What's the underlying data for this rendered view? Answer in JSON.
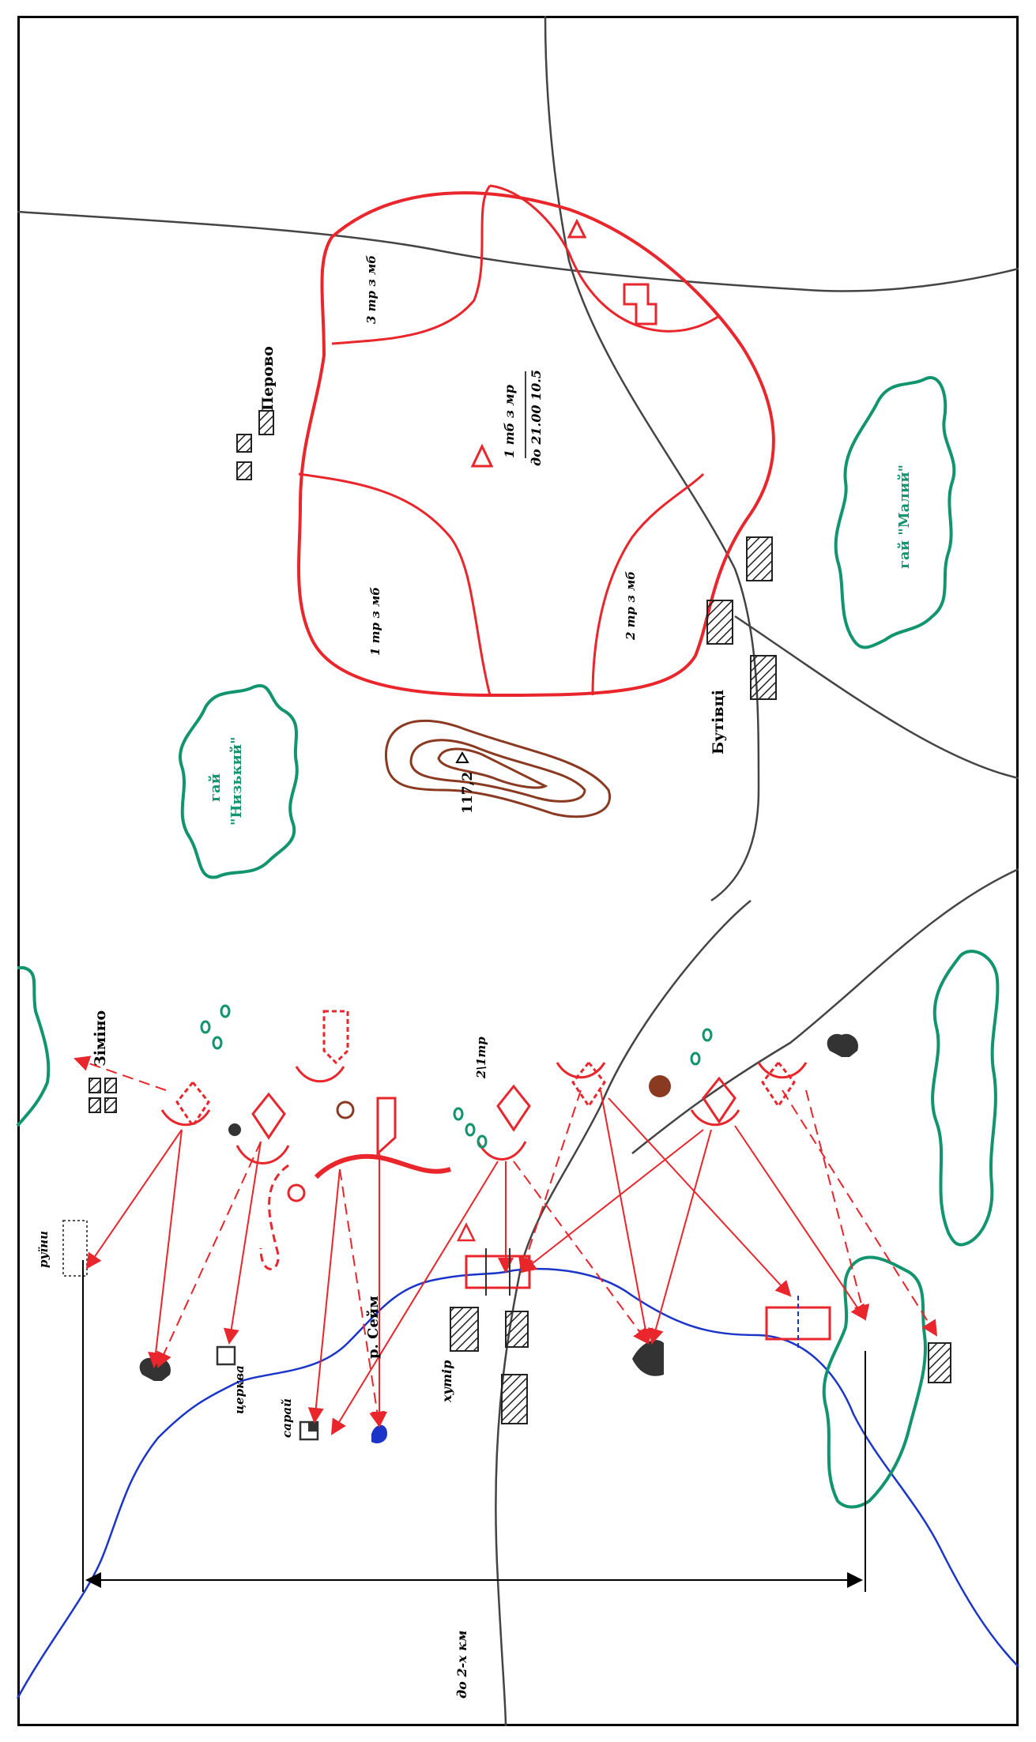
{
  "labels": {
    "perovo": "Перово",
    "butivtsi": "Бутівці",
    "zimino": "Зіміно",
    "grove_nyzkyi_a": "гай",
    "grove_nyzkyi_b": "\"Низький\"",
    "grove_malyi": "гай \"Малий\"",
    "height_117": "117,2",
    "river_seim": "р. Сейм",
    "khutir": "хутір",
    "church": "церква",
    "barn": "сарай",
    "ruins": "руїни",
    "distance": "до 2-х км",
    "battalion_a": "1 тб з мр",
    "battalion_b": "до 21.00 10.5",
    "company_1": "1 тр з мб",
    "company_2": "2 тр з мб",
    "company_3": "3 тр з мб",
    "platoon_2_1": "2\\1тр"
  },
  "colors": {
    "friendly": "#e8262c",
    "terrain": "#8b3a22",
    "forest": "#12946e",
    "river": "#1a35c8",
    "road": "#444444",
    "target": "#333333"
  }
}
